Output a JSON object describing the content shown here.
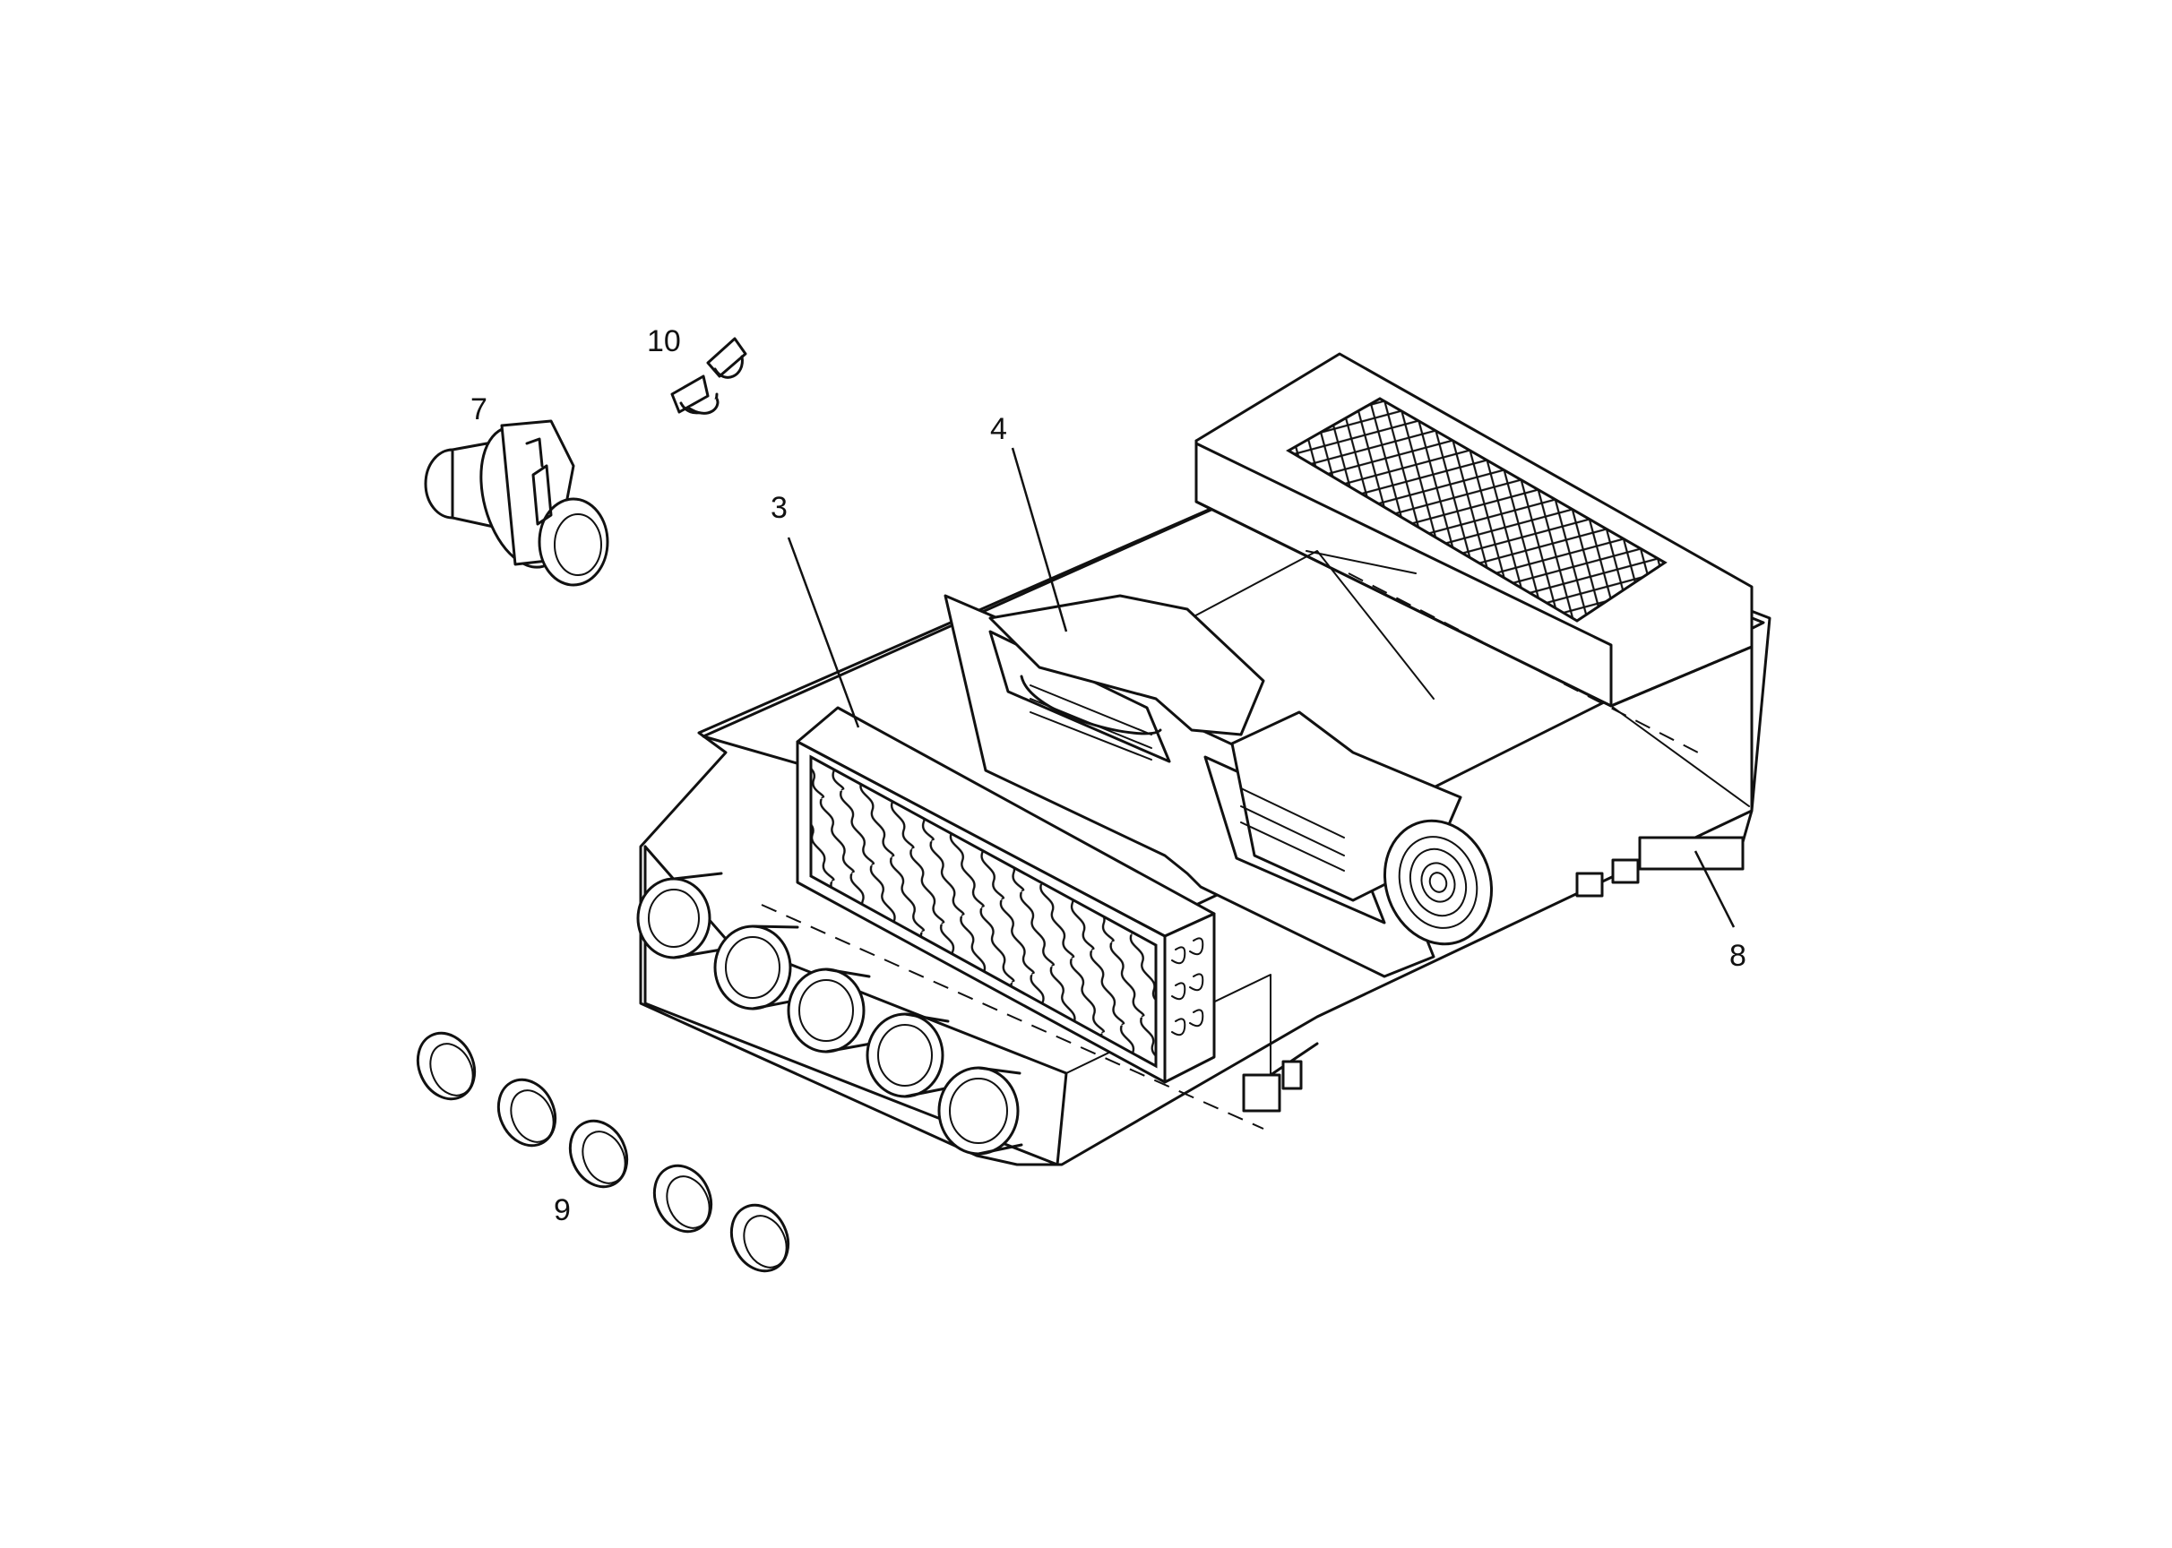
{
  "callouts": {
    "part_3": "3",
    "part_4": "4",
    "part_7": "7",
    "part_8": "8",
    "part_9": "9",
    "part_10": "10"
  },
  "colors": {
    "line": "#111111",
    "background": "#ffffff"
  }
}
